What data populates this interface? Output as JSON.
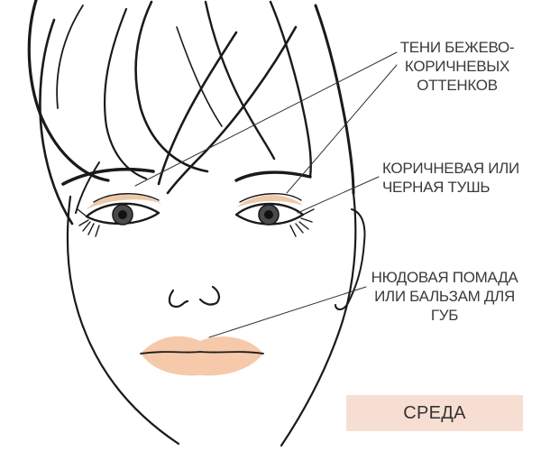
{
  "labels": {
    "shadows": [
      "ТЕНИ БЕЖЕВО-",
      "КОРИЧНЕВЫХ",
      "ОТТЕНКОВ"
    ],
    "mascara": [
      "КОРИЧНЕВАЯ ИЛИ",
      "ЧЕРНАЯ ТУШЬ"
    ],
    "lips": [
      "НЮДОВАЯ ПОМАДА",
      "ИЛИ БАЛЬЗАМ ДЛЯ",
      "ГУБ"
    ]
  },
  "day_badge": "СРЕДА",
  "colors": {
    "line": "#1a1a1a",
    "eyeshadow": "#e6b78c",
    "lips": "#f6c9aa",
    "badge_bg": "#f7ded3",
    "iris": "#4a4a4a"
  }
}
